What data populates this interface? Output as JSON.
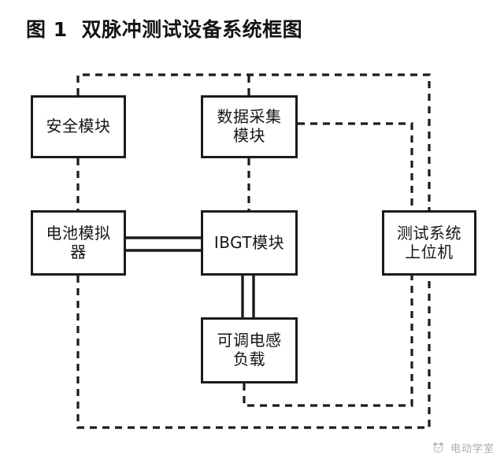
{
  "figure": {
    "label": "图 1",
    "title": "双脉冲测试设备系统框图"
  },
  "diagram": {
    "type": "block-diagram",
    "blocks": [
      {
        "id": "safety",
        "label": "安全模块",
        "name": "block-safety"
      },
      {
        "id": "dataacq",
        "label": "数据采集\n模块",
        "name": "block-data-acquisition"
      },
      {
        "id": "battery",
        "label": "电池模拟\n器",
        "name": "block-battery-simulator"
      },
      {
        "id": "igbt",
        "label": "IBGT模块",
        "name": "block-igbt"
      },
      {
        "id": "host",
        "label": "测试系统\n上位机",
        "name": "block-test-system-host"
      },
      {
        "id": "inductor",
        "label": "可调电感\n负载",
        "name": "block-adjustable-inductive-load"
      }
    ],
    "connections": [
      {
        "from": "safety",
        "to": "dataacq",
        "style": "dashed",
        "note": "top signal bus"
      },
      {
        "from": "safety",
        "to": "battery",
        "style": "dashed"
      },
      {
        "from": "dataacq",
        "to": "igbt",
        "style": "dashed"
      },
      {
        "from": "dataacq",
        "to": "host",
        "style": "dashed"
      },
      {
        "from": "battery",
        "to": "igbt",
        "style": "solid-double",
        "note": "power bus"
      },
      {
        "from": "igbt",
        "to": "inductor",
        "style": "solid-double",
        "note": "power bus"
      },
      {
        "from": "inductor",
        "to": "host",
        "style": "dashed"
      },
      {
        "from": "battery",
        "to": "host",
        "style": "dashed",
        "note": "outer loop"
      }
    ],
    "colors": {
      "line": "#1b1b1b",
      "box_border": "#1b1b1b",
      "box_fill": "#ffffff",
      "background": "#ffffff",
      "text": "#161616"
    }
  },
  "watermark": {
    "text": "电动学室",
    "icon": "panda-face-icon"
  }
}
